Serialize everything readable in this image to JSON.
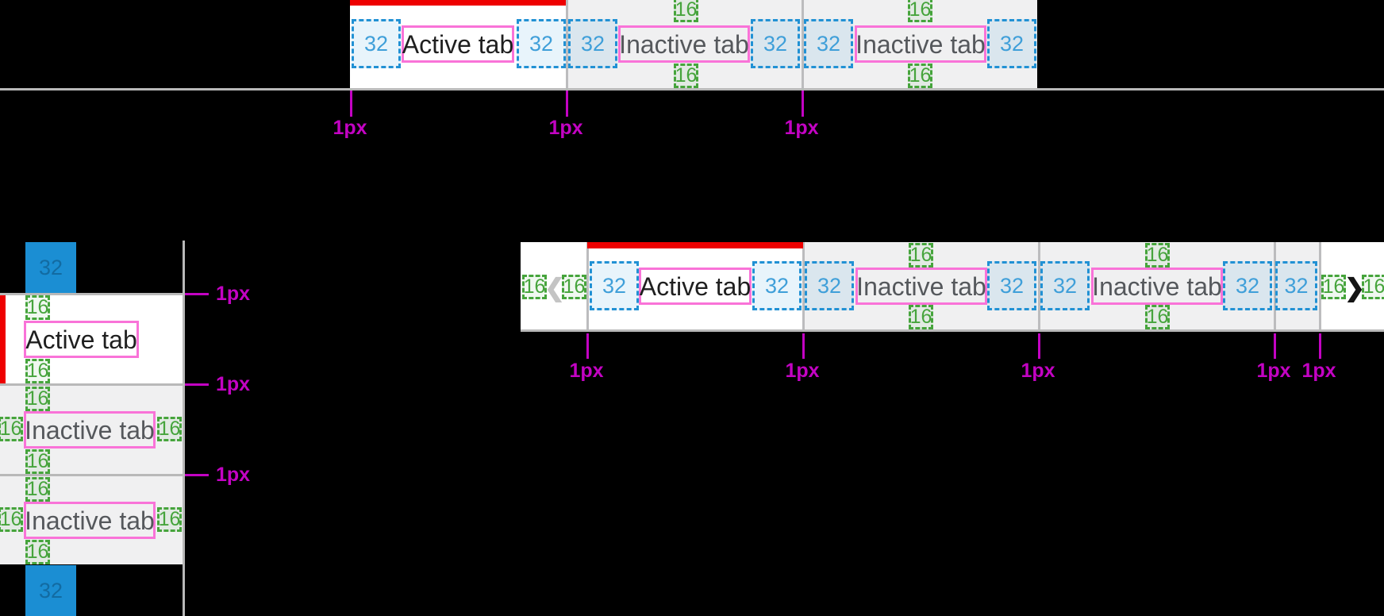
{
  "measurements": {
    "h_padding": "32",
    "v_padding": "16",
    "border": "1px"
  },
  "colors": {
    "background": "#000000",
    "accent_red": "#ee0000",
    "active_tab_bg": "#ffffff",
    "inactive_tab_bg": "#f0f0f1",
    "divider_gray": "#bcbcbe",
    "measure_blue": "#2191d4",
    "measure_green": "#46a43c",
    "label_box_pink": "#f973d8",
    "redline_magenta": "#c303c3",
    "active_text": "#1f1f1f",
    "inactive_text": "#55585c"
  },
  "top_bar": {
    "tabs": [
      {
        "label": "Active tab",
        "state": "active"
      },
      {
        "label": "Inactive tab",
        "state": "inactive"
      },
      {
        "label": "Inactive tab",
        "state": "inactive"
      }
    ]
  },
  "vertical_bar": {
    "tabs": [
      {
        "label": "Active tab",
        "state": "active"
      },
      {
        "label": "Inactive tab",
        "state": "inactive"
      },
      {
        "label": "Inactive tab",
        "state": "inactive"
      }
    ]
  },
  "scroll_bar": {
    "tabs": [
      {
        "label": "Active tab",
        "state": "active"
      },
      {
        "label": "Inactive tab",
        "state": "inactive"
      },
      {
        "label": "Inactive tab",
        "state": "inactive"
      }
    ],
    "chevron_left": "❮",
    "chevron_right": "❯"
  }
}
